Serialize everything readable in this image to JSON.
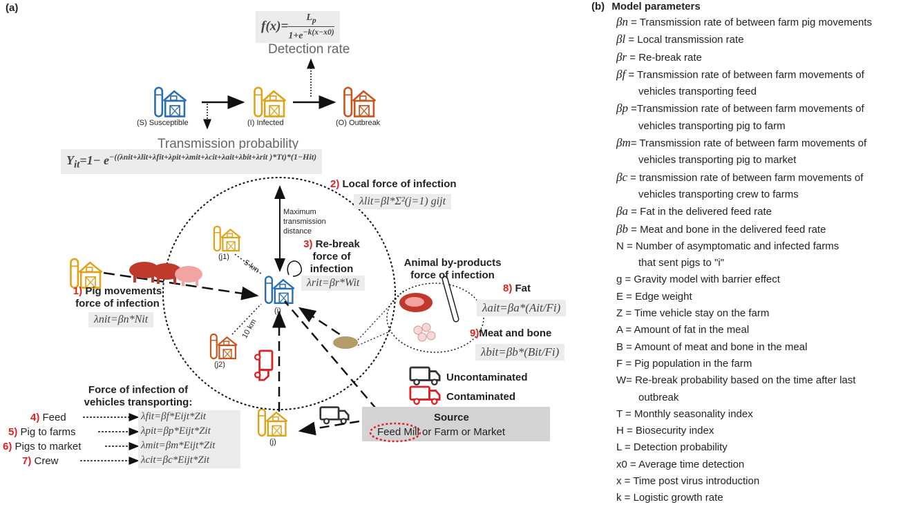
{
  "panel_a_label": "(a)",
  "panel_b_label": "(b)",
  "detection": {
    "formula": "f(x)= Lp / (1+e^(−k(x−x0)))",
    "title": "Detection rate"
  },
  "states": {
    "susceptible": "(S) Susceptible",
    "infected": "(I) Infected",
    "outbreak": "(O) Outbreak"
  },
  "transmission": {
    "title": "Transmission probability",
    "formula": "Yit=1− e^−((λnit+λlit+λfit+λpit+λmit+λcit+λait+λbit+λrit )*Tt)*(1−Hit)"
  },
  "local": {
    "num": "2)",
    "title": "Local force of infection",
    "formula": "λlit=βl*Σ²(j=1) gijt"
  },
  "max_distance": "Maximum transmission distance",
  "rebreak": {
    "num": "3)",
    "title": "Re-break force of infection",
    "formula": "λrit=βr*Wit"
  },
  "farm_labels": {
    "j1": "(j1)",
    "j2": "(j2)",
    "i": "(i)",
    "j": "(j)"
  },
  "distances": {
    "km5": "5 km",
    "km10": "10 km"
  },
  "pig": {
    "num": "1)",
    "title1": "Pig movements",
    "title2": "force of infection",
    "formula": "λnit=βn*Nit"
  },
  "byproducts": {
    "title1": "Animal by-products",
    "title2": "force of infection",
    "fat_num": "8)",
    "fat_title": "Fat",
    "fat_formula": "λait=βa*(Ait/Fi)",
    "meat_num": "9)",
    "meat_title": "Meat and bone",
    "meat_formula": "λbit=βb*(Bit/Fi)"
  },
  "legend": {
    "uncontaminated": "Uncontaminated",
    "contaminated": "Contaminated"
  },
  "source": {
    "title": "Source",
    "feed_mill": "Feed Mill",
    "rest": "or Farm or Market"
  },
  "vehicles": {
    "title1": "Force of infection of",
    "title2": "vehicles transporting:",
    "rows": [
      {
        "num": "4)",
        "label": "Feed",
        "formula": "λfit=βf*Eijt*Zit"
      },
      {
        "num": "5)",
        "label": "Pig to farms",
        "formula": "λpit=βp*Eijt*Zit"
      },
      {
        "num": "6)",
        "label": "Pigs to market",
        "formula": "λmit=βm*Eijt*Zit"
      },
      {
        "num": "7)",
        "label": "Crew",
        "formula": "λcit=βc*Eijt*Zit"
      }
    ]
  },
  "params": {
    "title": "Model parameters",
    "items": [
      {
        "sym": "βn",
        "text": " = Transmission rate of between farm pig movements"
      },
      {
        "sym": "βl",
        "text": " = Local transmission rate"
      },
      {
        "sym": "βr",
        "text": " = Re-break rate"
      },
      {
        "sym": "βf",
        "text": " = Transmission rate of between farm movements of"
      },
      {
        "sym": "",
        "text": "vehicles transporting feed",
        "indent": true
      },
      {
        "sym": "βp",
        "text": " =Transmission rate of between farm movements of"
      },
      {
        "sym": "",
        "text": "vehicles transporting pig to farm",
        "indent": true
      },
      {
        "sym": "βm",
        "text": "= Transmission rate of between farm movements of"
      },
      {
        "sym": "",
        "text": "vehicles transporting pig to market",
        "indent": true
      },
      {
        "sym": "βc",
        "text": " = transmission rate of between farm movements of"
      },
      {
        "sym": "",
        "text": "vehicles transporting crew to farms",
        "indent": true
      },
      {
        "sym": "βa",
        "text": " = Fat in the delivered feed rate"
      },
      {
        "sym": "βb",
        "text": " = Meat and bone in the delivered feed rate"
      },
      {
        "sym": "",
        "text": "N = Number of asymptomatic and infected farms"
      },
      {
        "sym": "",
        "text": "that sent pigs to \"i\"",
        "indent": true
      },
      {
        "sym": "",
        "text": "g = Gravity model with barrier effect"
      },
      {
        "sym": "",
        "text": "E = Edge weight"
      },
      {
        "sym": "",
        "text": "Z = Time vehicle stay on the farm"
      },
      {
        "sym": "",
        "text": "A = Amount of fat in the meal"
      },
      {
        "sym": "",
        "text": "B = Amount of meat and bone in the meal"
      },
      {
        "sym": "",
        "text": "F = Pig population in the farm"
      },
      {
        "sym": "",
        "text": "W= Re-break probability based on the time after last"
      },
      {
        "sym": "",
        "text": "outbreak",
        "indent": true
      },
      {
        "sym": "",
        "text": "T = Monthly seasonality index"
      },
      {
        "sym": "",
        "text": "H = Biosecurity index"
      },
      {
        "sym": "",
        "text": "L = Detection probability"
      },
      {
        "sym": "",
        "text": "x0 = Average time detection"
      },
      {
        "sym": "",
        "text": "x = Time post virus introduction"
      },
      {
        "sym": "",
        "text": "k = Logistic growth rate"
      }
    ]
  },
  "colors": {
    "susceptible": "#2a6fb5",
    "infected": "#e0a21a",
    "outbreak": "#c8561c",
    "red": "#e02020",
    "pig": "#c0392b"
  }
}
